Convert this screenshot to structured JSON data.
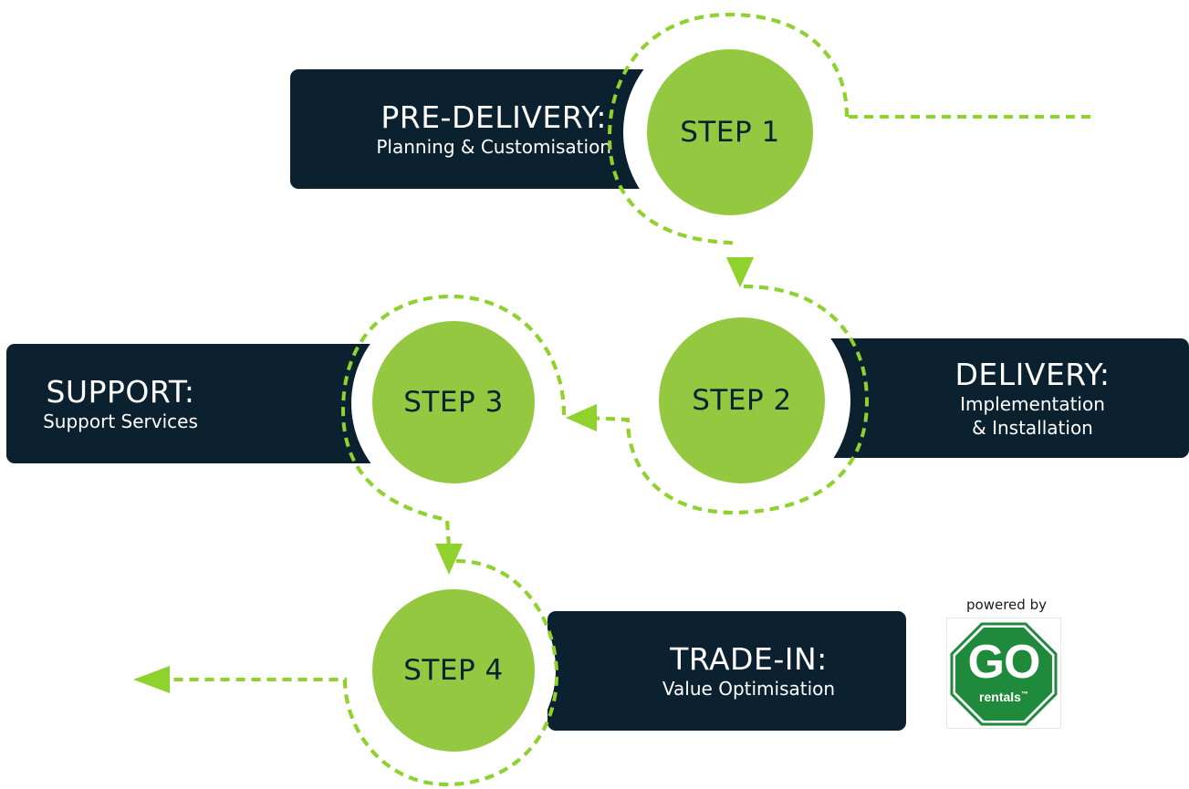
{
  "steps": [
    {
      "label": "STEP 1",
      "title": "PRE-DELIVERY:",
      "subtitle": "Planning & Customisation"
    },
    {
      "label": "STEP 2",
      "title": "DELIVERY:",
      "subtitle_line1": "Implementation",
      "subtitle_line2": "& Installation"
    },
    {
      "label": "STEP 3",
      "title": "SUPPORT:",
      "subtitle": "Support Services"
    },
    {
      "label": "STEP 4",
      "title": "TRADE-IN:",
      "subtitle": "Value Optimisation"
    }
  ],
  "logo": {
    "caption": "powered by",
    "main": "GO",
    "sub": "rentals",
    "mark": "™"
  },
  "colors": {
    "navy": "#0b2130",
    "green": "#93c840",
    "dash": "#8fd12d",
    "logo_green": "#1f8a3b"
  }
}
